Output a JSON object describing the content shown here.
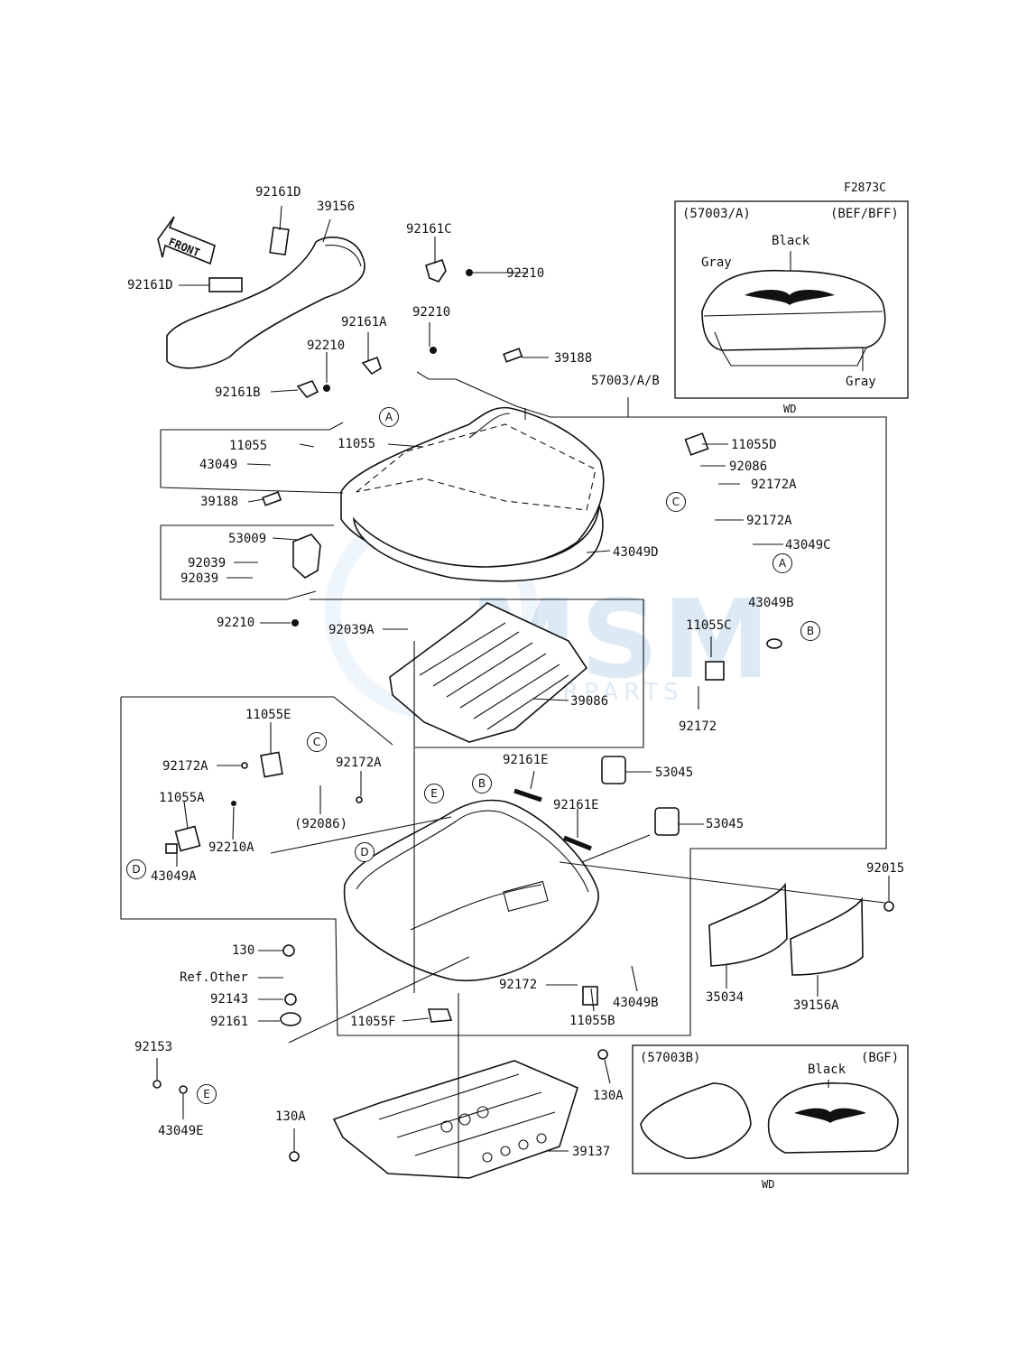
{
  "figure_code": "F2873C",
  "watermark": {
    "big": "MSM",
    "small": "MOTORPARTS"
  },
  "front_arrow_label": "FRONT",
  "inset_top": {
    "model": "(57003/A)",
    "variant": "(BEF/BFF)",
    "color_black": "Black",
    "color_gray_left": "Gray",
    "color_gray_right": "Gray",
    "footer": "WD"
  },
  "inset_bottom": {
    "model": "(57003B)",
    "variant": "(BGF)",
    "color_black": "Black",
    "footer": "WD"
  },
  "part_labels": [
    {
      "id": "l01",
      "text": "92161D"
    },
    {
      "id": "l02",
      "text": "39156"
    },
    {
      "id": "l03",
      "text": "92161C"
    },
    {
      "id": "l04",
      "text": "92210"
    },
    {
      "id": "l05",
      "text": "92161D"
    },
    {
      "id": "l06",
      "text": "92161A"
    },
    {
      "id": "l07",
      "text": "92210"
    },
    {
      "id": "l08",
      "text": "92210"
    },
    {
      "id": "l09",
      "text": "39188"
    },
    {
      "id": "l10",
      "text": "57003/A/B"
    },
    {
      "id": "l11",
      "text": "92161B"
    },
    {
      "id": "l12",
      "text": "11055"
    },
    {
      "id": "l13",
      "text": "11055"
    },
    {
      "id": "l14",
      "text": "11055D"
    },
    {
      "id": "l15",
      "text": "43049"
    },
    {
      "id": "l16",
      "text": "92086"
    },
    {
      "id": "l17",
      "text": "92172A"
    },
    {
      "id": "l18",
      "text": "39188"
    },
    {
      "id": "l19",
      "text": "92172A"
    },
    {
      "id": "l20",
      "text": "53009"
    },
    {
      "id": "l21",
      "text": "43049C"
    },
    {
      "id": "l22",
      "text": "92039"
    },
    {
      "id": "l23",
      "text": "43049D"
    },
    {
      "id": "l24",
      "text": "92039"
    },
    {
      "id": "l25",
      "text": "43049B"
    },
    {
      "id": "l26",
      "text": "92210"
    },
    {
      "id": "l27",
      "text": "92039A"
    },
    {
      "id": "l28",
      "text": "11055C"
    },
    {
      "id": "l29",
      "text": "39086"
    },
    {
      "id": "l30",
      "text": "92172"
    },
    {
      "id": "l31",
      "text": "11055E"
    },
    {
      "id": "l32",
      "text": "92172A"
    },
    {
      "id": "l33",
      "text": "92172A"
    },
    {
      "id": "l34",
      "text": "92161E"
    },
    {
      "id": "l35",
      "text": "53045"
    },
    {
      "id": "l36",
      "text": "11055A"
    },
    {
      "id": "l37",
      "text": "(92086)"
    },
    {
      "id": "l38",
      "text": "92161E"
    },
    {
      "id": "l39",
      "text": "53045"
    },
    {
      "id": "l40",
      "text": "92210A"
    },
    {
      "id": "l41",
      "text": "43049A"
    },
    {
      "id": "l42",
      "text": "92015"
    },
    {
      "id": "l43",
      "text": "130"
    },
    {
      "id": "l44",
      "text": "Ref.Other"
    },
    {
      "id": "l45",
      "text": "92143"
    },
    {
      "id": "l46",
      "text": "92172"
    },
    {
      "id": "l47",
      "text": "35034"
    },
    {
      "id": "l48",
      "text": "43049B"
    },
    {
      "id": "l49",
      "text": "39156A"
    },
    {
      "id": "l50",
      "text": "92161"
    },
    {
      "id": "l51",
      "text": "11055F"
    },
    {
      "id": "l52",
      "text": "11055B"
    },
    {
      "id": "l53",
      "text": "92153"
    },
    {
      "id": "l54",
      "text": "130A"
    },
    {
      "id": "l55",
      "text": "43049E"
    },
    {
      "id": "l56",
      "text": "130A"
    },
    {
      "id": "l57",
      "text": "39137"
    }
  ],
  "callouts": [
    {
      "id": "cA1",
      "text": "A"
    },
    {
      "id": "cC1",
      "text": "C"
    },
    {
      "id": "cA2",
      "text": "A"
    },
    {
      "id": "cB1",
      "text": "B"
    },
    {
      "id": "cC2",
      "text": "C"
    },
    {
      "id": "cB2",
      "text": "B"
    },
    {
      "id": "cE1",
      "text": "E"
    },
    {
      "id": "cD1",
      "text": "D"
    },
    {
      "id": "cD2",
      "text": "D"
    },
    {
      "id": "cE2",
      "text": "E"
    }
  ]
}
